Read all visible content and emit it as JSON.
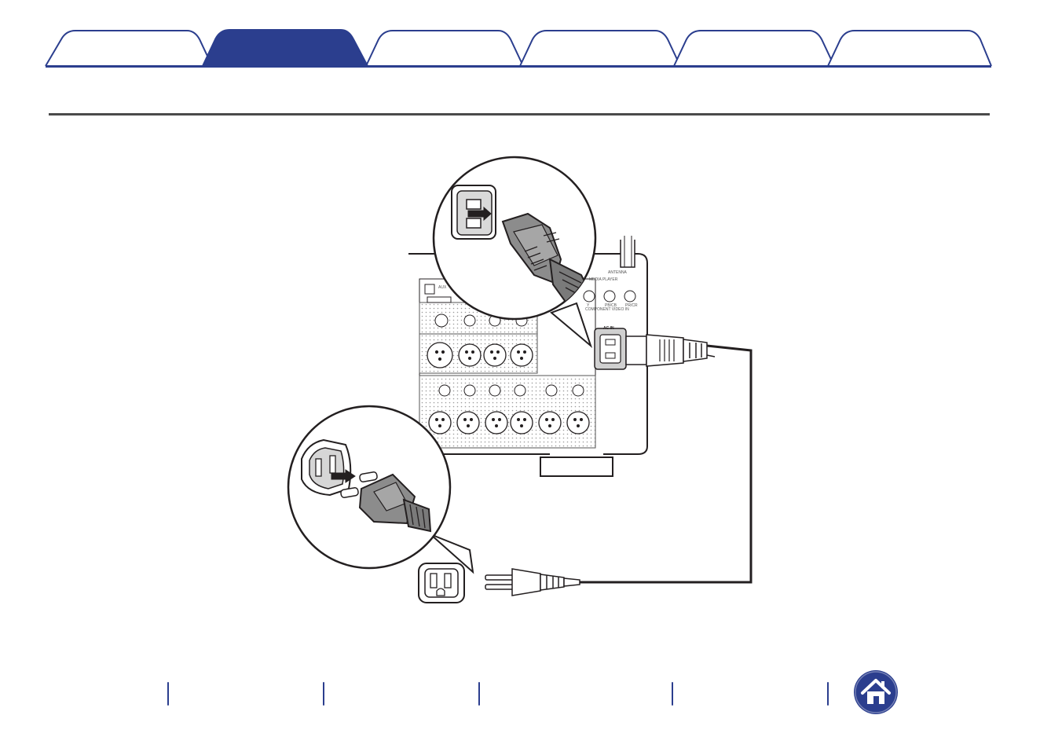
{
  "tabs": [
    {
      "label": "",
      "active": false
    },
    {
      "label": "",
      "active": true
    },
    {
      "label": "",
      "active": false
    },
    {
      "label": "",
      "active": false
    },
    {
      "label": "",
      "active": false
    },
    {
      "label": "",
      "active": false
    }
  ],
  "illustration": {
    "panel_labels": {
      "antenna": "ANTENNA",
      "media_player": "MEDIA PLAYER",
      "component": "COMPONENT VIDEO IN",
      "ac_in": "AC IN",
      "y": "Y",
      "pb": "PB/CB",
      "pr": "PR/CR",
      "aux": "AUX"
    }
  },
  "footer": {
    "home_icon": "home-icon"
  },
  "colors": {
    "accent": "#2b3e8e",
    "tab_border": "#2b3e8e",
    "line": "#231f20"
  }
}
